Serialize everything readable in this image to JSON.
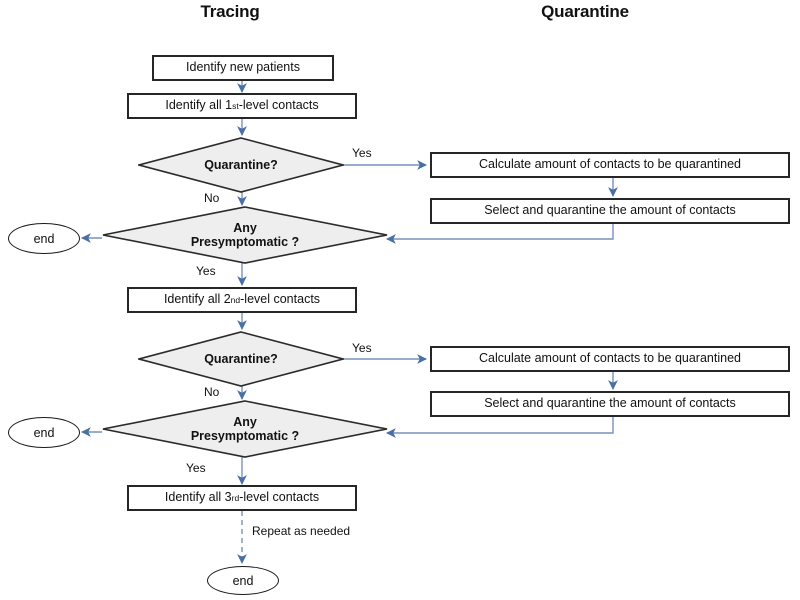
{
  "diagram": {
    "type": "flowchart",
    "title_columns": {
      "tracing": "Tracing",
      "quarantine": "Quarantine"
    },
    "colors": {
      "connector": "#7792bd",
      "node_border": "#262626",
      "diamond_fill": "#eeeeee",
      "diamond_border": "#2b2b2b",
      "background": "#ffffff",
      "text": "#111111"
    },
    "nodes": {
      "identify_new_patients": "Identify new patients",
      "identify_first_level": {
        "pre": "Identify  all 1",
        "sup": "st",
        "post": "-level contacts"
      },
      "identify_second_level": {
        "pre": "Identify  all 2",
        "sup": "nd",
        "post": "-level contacts"
      },
      "identify_third_level": {
        "pre": "Identify  all 3",
        "sup": "rd",
        "post": "-level contacts"
      },
      "quarantine_decision_1": "Quarantine?",
      "quarantine_decision_2": "Quarantine?",
      "presymptomatic_decision_1": "Any\nPresymptomatic ?",
      "presymptomatic_decision_2": "Any\nPresymptomatic ?",
      "calculate_amount_1": "Calculate amount of contacts to be quarantined",
      "select_quarantine_1": "Select and quarantine the  amount of contacts",
      "calculate_amount_2": "Calculate amount of contacts to be quarantined",
      "select_quarantine_2": "Select and quarantine the  amount of contacts",
      "end_1": "end",
      "end_2": "end",
      "end_3": "end"
    },
    "edge_labels": {
      "yes_1": "Yes",
      "no_1": "No",
      "yes_2": "Yes",
      "yes_3": "Yes",
      "no_2": "No",
      "yes_4": "Yes",
      "repeat": "Repeat as needed"
    }
  }
}
